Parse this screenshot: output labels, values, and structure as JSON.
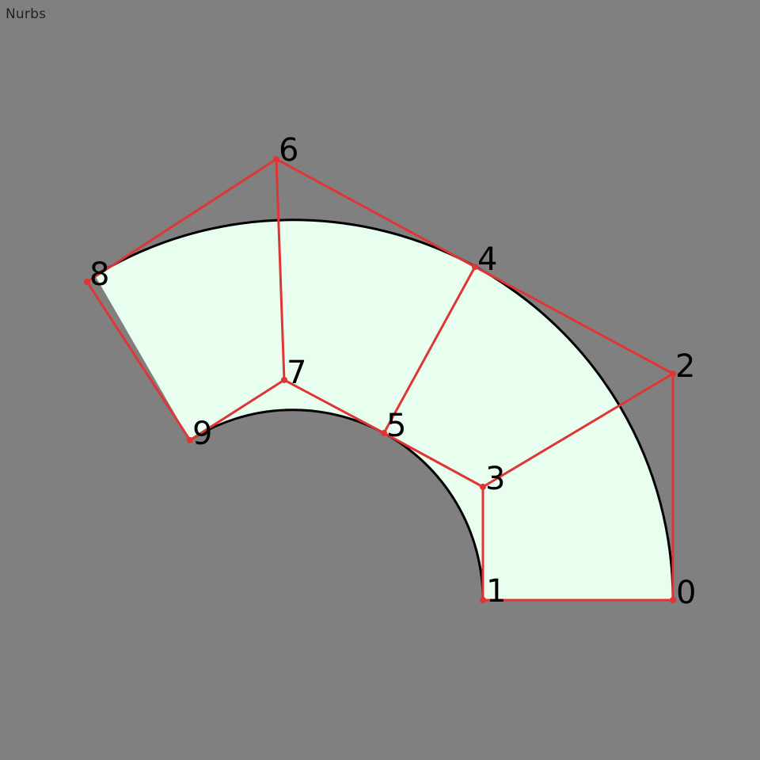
{
  "title": "Nurbs",
  "colors": {
    "background": "#808080",
    "fill": "#e8fff0",
    "curve": "#000000",
    "control_net": "#e03535",
    "control_point": "#e03535"
  },
  "control_points": [
    {
      "label": "0"
    },
    {
      "label": "1"
    },
    {
      "label": "2"
    },
    {
      "label": "3"
    },
    {
      "label": "4"
    },
    {
      "label": "5"
    },
    {
      "label": "6"
    },
    {
      "label": "7"
    },
    {
      "label": "8"
    },
    {
      "label": "9"
    }
  ]
}
